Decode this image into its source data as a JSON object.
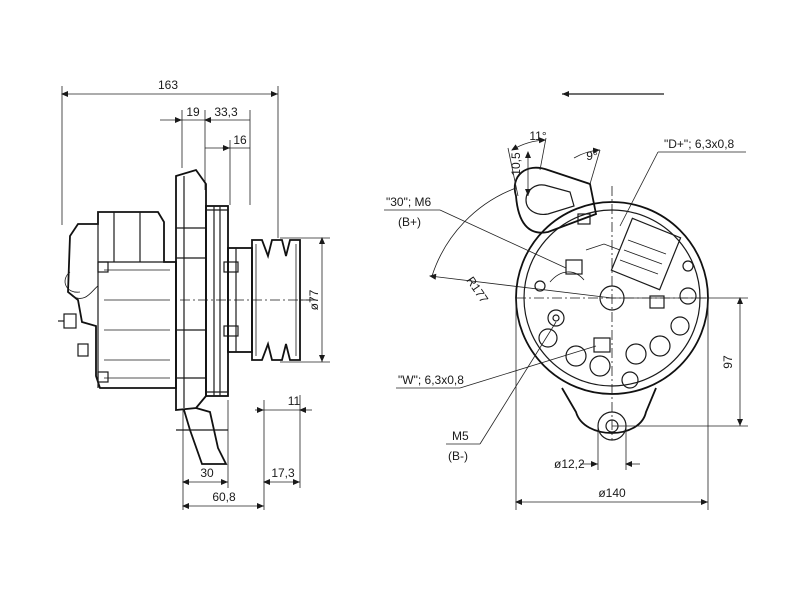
{
  "side_view": {
    "dim_163": "163",
    "dim_19": "19",
    "dim_33_3": "33,3",
    "dim_16": "16",
    "dim_77": "ø77",
    "dim_11": "11",
    "dim_30": "30",
    "dim_17_3": "17,3",
    "dim_60_8": "60,8"
  },
  "front_view": {
    "angle_11": "11°",
    "angle_9": "9°",
    "dim_10_5": "10,5",
    "label_d_plus": "\"D+\"; 6,3x0,8",
    "label_30_m6": "\"30\"; M6",
    "label_b_plus": "(B+)",
    "radius_177": "R177",
    "dim_97": "97",
    "label_w": "\"W\"; 6,3x0,8",
    "label_m5": "M5",
    "label_b_minus": "(B-)",
    "dim_12_2": "ø12,2",
    "dim_140": "ø140"
  }
}
